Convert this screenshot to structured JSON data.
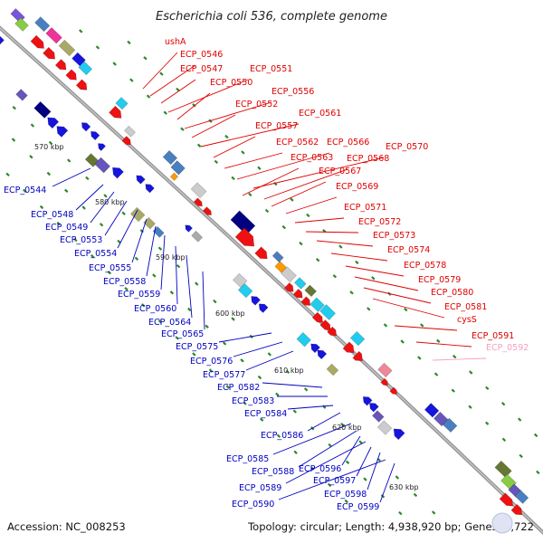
{
  "title": "Escherichia coli 536, complete genome",
  "footer": {
    "accession": "Accession: NC_008253",
    "topology": "Topology: circular; Length: 4,938,920 bp; Genes: 4,722"
  },
  "scale_ticks": [
    "570 kbp",
    "580 kbp",
    "590 kbp",
    "600 kbp",
    "610 kbp",
    "620 kbp",
    "630 kbp"
  ],
  "colors": {
    "forward_label": "#e00000",
    "reverse_label": "#0000c0",
    "faded_label": "#f4a0c0",
    "backbone": "#999999",
    "tick": "#2a8a2a"
  },
  "labels_forward": [
    "ushA",
    "ECP_0546",
    "ECP_0547",
    "ECP_0551",
    "ECP_0550",
    "ECP_0556",
    "ECP_0552",
    "ECP_0561",
    "ECP_0557",
    "ECP_0562",
    "ECP_0566",
    "ECP_0570",
    "ECP_0563",
    "ECP_0568",
    "ECP_0567",
    "ECP_0569",
    "ECP_0571",
    "ECP_0572",
    "ECP_0573",
    "ECP_0574",
    "ECP_0578",
    "ECP_0579",
    "ECP_0580",
    "ECP_0581",
    "cysS",
    "ECP_0591",
    "ECP_0592"
  ],
  "labels_reverse": [
    "ECP_0544",
    "ECP_0548",
    "ECP_0549",
    "ECP_0553",
    "ECP_0554",
    "ECP_0555",
    "ECP_0558",
    "ECP_0559",
    "ECP_0560",
    "ECP_0564",
    "ECP_0565",
    "ECP_0575",
    "ECP_0576",
    "ECP_0577",
    "ECP_0582",
    "ECP_0583",
    "ECP_0584",
    "ECP_0586",
    "ECP_0585",
    "ECP_0588",
    "ECP_0596",
    "ECP_0589",
    "ECP_0597",
    "ECP_0598",
    "ECP_0590",
    "ECP_0599"
  ]
}
